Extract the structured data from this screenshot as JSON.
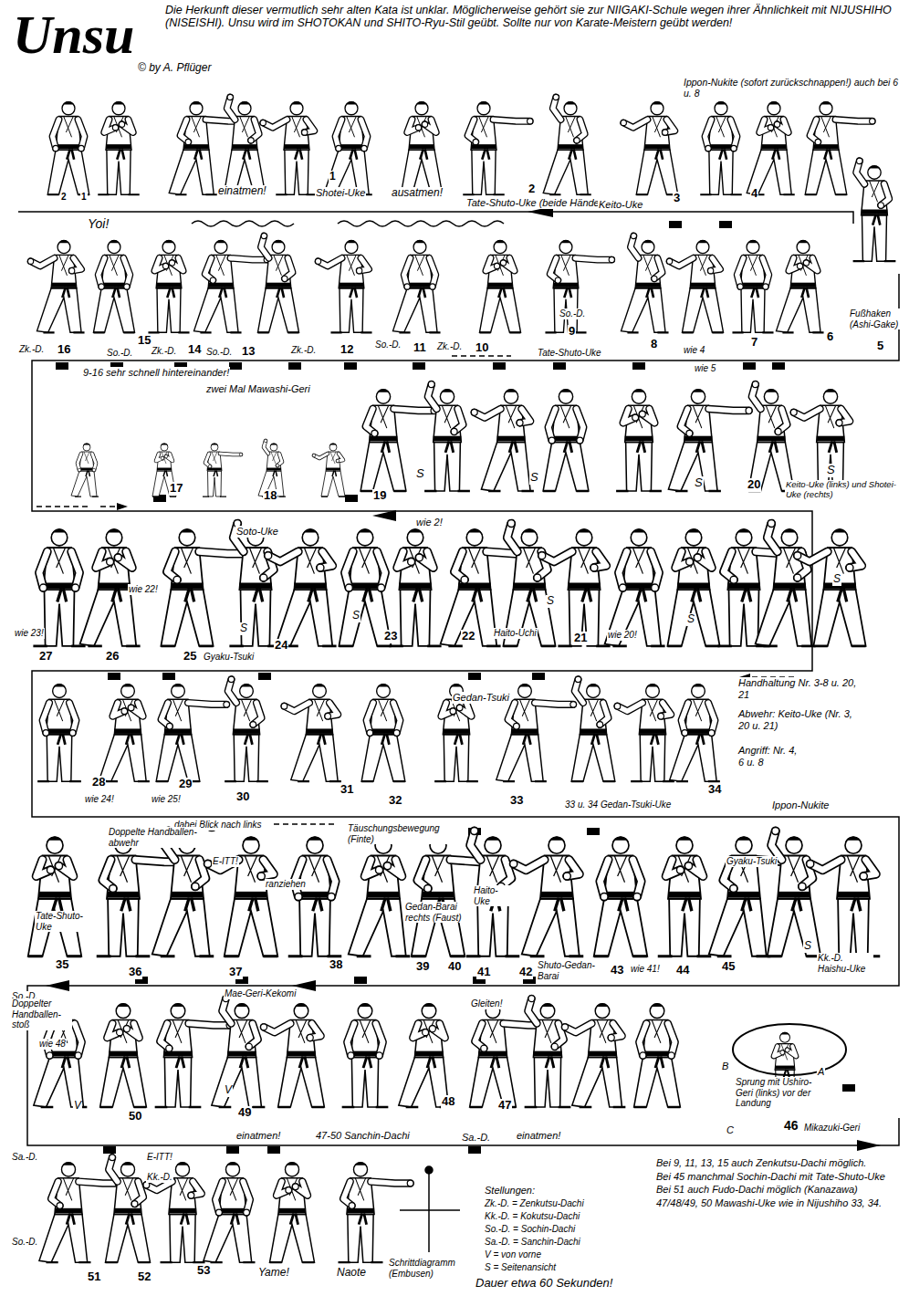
{
  "diagram": {
    "title": "Unsu",
    "labels": [
      "© by A. Pflüger",
      "Die Herkunft dieser vermutlich sehr alten Kata ist unklar. Möglicherweise gehört sie zur NIIGAKI-Schule wegen ihrer Ähnlichkeit mit NIJUSHIHO (NISEISHI). Unsu wird im SHOTOKAN und SHITO-Ryu-Stil geübt. Sollte nur von Karate-Meistern geübt werden!",
      "2",
      "1",
      "Yoi!",
      "einatmen!",
      "1",
      "Shotei-Uke",
      "ausatmen!",
      "Tate-Shuto-Uke (beide Hände)",
      "2",
      "Keito-Uke",
      "3",
      "4",
      "Ippon-Nukite (sofort zurückschnappen!) auch bei 6 u. 8",
      "Fußhaken (Ashi-Gake)",
      "5",
      "6",
      "wie 5",
      "wie 4",
      "7",
      "8",
      "Tate-Shuto-Uke",
      "9",
      "So.-D.",
      "Zk.-D.",
      "10",
      "So.-D.",
      "11",
      "Zk.-D.",
      "12",
      "So.-D.",
      "13",
      "Zk.-D.",
      "14",
      "So.-D.",
      "15",
      "Zk.-D.",
      "16",
      "9-16 sehr schnell hintereinander!",
      "zwei Mal Mawashi-Geri",
      "17",
      "18",
      "19",
      "S",
      "wie 2!",
      "S",
      "S",
      "20",
      "S",
      "Keito-Uke (links) und Shotei-Uke (rechts)",
      "wie 23!",
      "27",
      "wie 22!",
      "26",
      "25",
      "Gyaku-Tsuki",
      "Soto-Uke",
      "S",
      "24",
      "S",
      "23",
      "22",
      "Haito-Uchi",
      "S",
      "21",
      "wie 20!",
      "S",
      "S",
      "28",
      "wie 24!",
      "29",
      "wie 25!",
      "30",
      "31",
      "32",
      "Gedan-Tsuki",
      "33",
      "33 u. 34 Gedan-Tsuki-Uke",
      "34",
      "Handhaltung Nr. 3-8 u. 20, 21",
      "Abwehr: Keito-Uke (Nr. 3, 20 u. 21)",
      "Angriff: Nr. 4, 6 u. 8",
      "Ippon-Nukite",
      "dabei Blick nach links",
      "Täuschungsbewegung (Finte)",
      "Tate-Shuto-Uke",
      "35",
      "Doppelte Handballen-abwehr",
      "36",
      "E-ITT!",
      "37",
      "ranziehen",
      "Mae-Geri-Kekomi",
      "38",
      "39",
      "Gedan-Barai rechts (Faust)",
      "40",
      "Haito-Uke",
      "41",
      "42",
      "Shuto-Gedan-Barai",
      "43",
      "wie 41!",
      "44",
      "Gyaku-Tsuki",
      "45",
      "S",
      "Kk.-D. Haishu-Uke",
      "So.-D.",
      "Doppelter Handballen-stoß",
      "wie 48",
      "V",
      "50",
      "V",
      "49",
      "48",
      "Gleiten!",
      "47",
      "Sa.-D.",
      "einatmen!",
      "47-50 Sanchin-Dachi",
      "Sa.-D.",
      "einatmen!",
      "A",
      "B",
      "Sprung mit Ushiro-Geri (links) vor der Landung",
      "C",
      "46",
      "Mikazuki-Geri",
      "So.-D.",
      "51",
      "Kk.-D.",
      "E-ITT!",
      "52",
      "53",
      "Yame!",
      "Naote",
      "Schrittdiagramm (Embusen)",
      "Stellungen:",
      "Zk.-D. = Zenkutsu-Dachi",
      "Kk.-D. = Kokutsu-Dachi",
      "So.-D. = Sochin-Dachi",
      "Sa.-D. = Sanchin-Dachi",
      "V = von vorne",
      "S = Seitenansicht",
      "Dauer etwa 60 Sekunden!",
      "Bei 9, 11, 13, 15 auch Zenkutsu-Dachi möglich.",
      "Bei 45 manchmal Sochin-Dachi mit Tate-Shuto-Uke",
      "Bei 51 auch Fudo-Dachi möglich (Kanazawa)",
      "47/48/49, 50 Mawashi-Uke wie in Nijushiho 33, 34."
    ]
  }
}
